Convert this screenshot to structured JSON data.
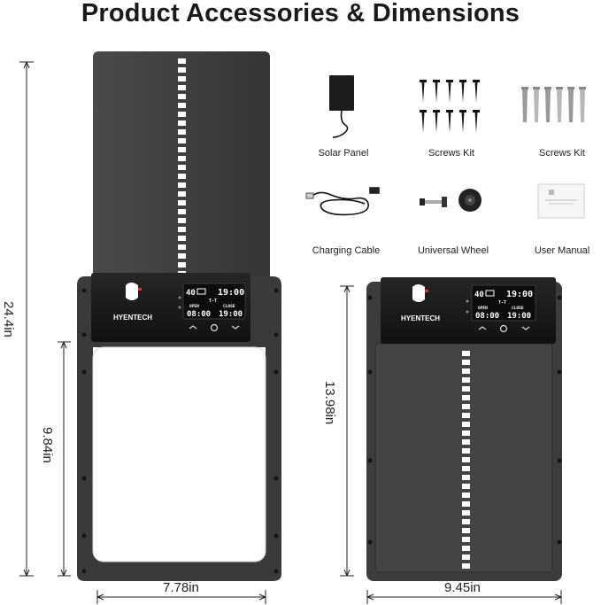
{
  "title": "Product Accessories & Dimensions",
  "dimensions": {
    "height_total": "24.4in",
    "height_window": "9.84in",
    "height_door": "13.98in",
    "width_window": "7.78in",
    "width_door": "9.45in"
  },
  "accessories": [
    {
      "label": "Solar Panel",
      "icon": "solar-panel-icon"
    },
    {
      "label": "Screws Kit",
      "icon": "screws-icon"
    },
    {
      "label": "Screws Kit",
      "icon": "anchors-icon"
    },
    {
      "label": "Charging Cable",
      "icon": "cable-icon"
    },
    {
      "label": "Universal Wheel",
      "icon": "wheel-icon"
    },
    {
      "label": "User Manual",
      "icon": "manual-icon"
    }
  ],
  "controller": {
    "brand": "HYENTECH",
    "lcd_top_left": "40",
    "lcd_top_right": "19:00",
    "lcd_mid": "T-T",
    "open_label": "OPEN",
    "close_label": "CLOSE",
    "open_time": "08:00",
    "close_time": "19:00"
  },
  "colors": {
    "panel": "#3e3e3e",
    "panel_dark": "#2a2a2a",
    "controller": "#1a1a1a",
    "lcd": "#0c0c0c"
  }
}
